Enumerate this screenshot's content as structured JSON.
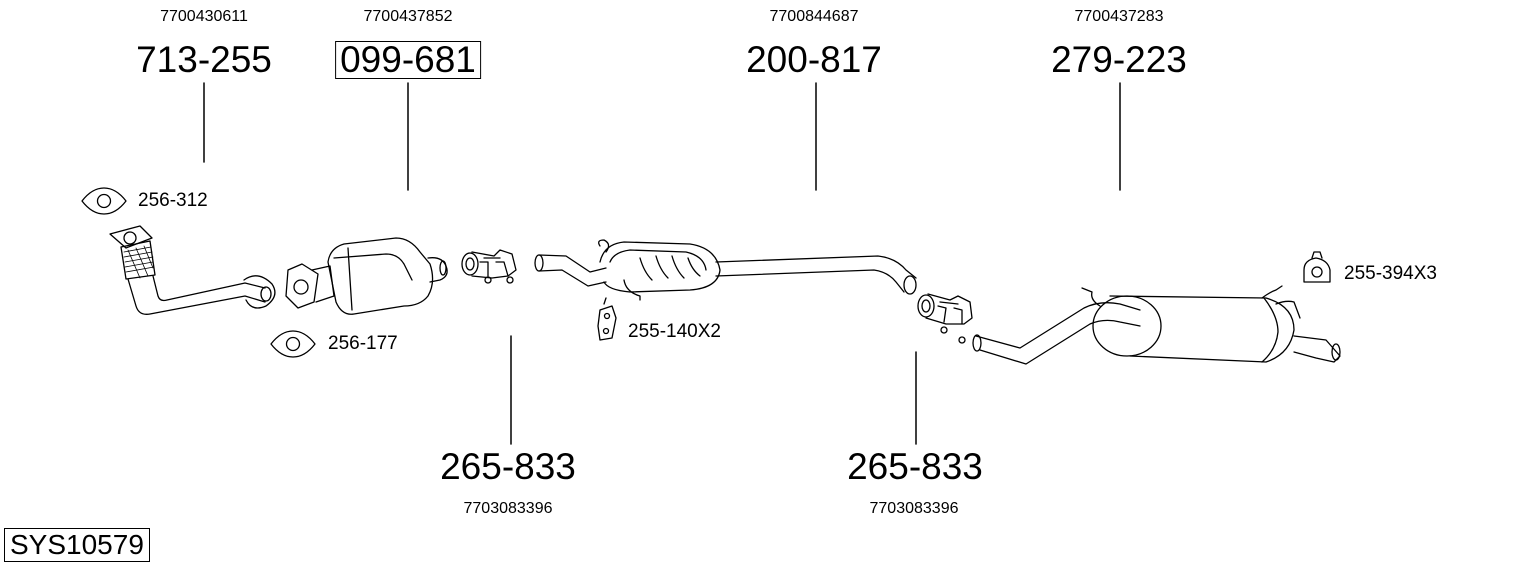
{
  "system_id": "SYS10579",
  "parts": [
    {
      "part": "713-255",
      "oem": "7700430611",
      "boxed": false
    },
    {
      "part": "099-681",
      "oem": "7700437852",
      "boxed": true
    },
    {
      "part": "200-817",
      "oem": "7700844687",
      "boxed": false
    },
    {
      "part": "279-223",
      "oem": "7700437283",
      "boxed": false
    },
    {
      "part": "265-833",
      "oem": "7703083396",
      "boxed": false
    },
    {
      "part": "265-833",
      "oem": "7703083396",
      "boxed": false
    }
  ],
  "small_parts": [
    {
      "part": "256-312",
      "icon": "gasket-icon"
    },
    {
      "part": "256-177",
      "icon": "gasket-icon"
    },
    {
      "part": "255-140X2",
      "icon": "rubber-hanger-icon"
    },
    {
      "part": "255-394X3",
      "icon": "rubber-mount-icon"
    }
  ]
}
